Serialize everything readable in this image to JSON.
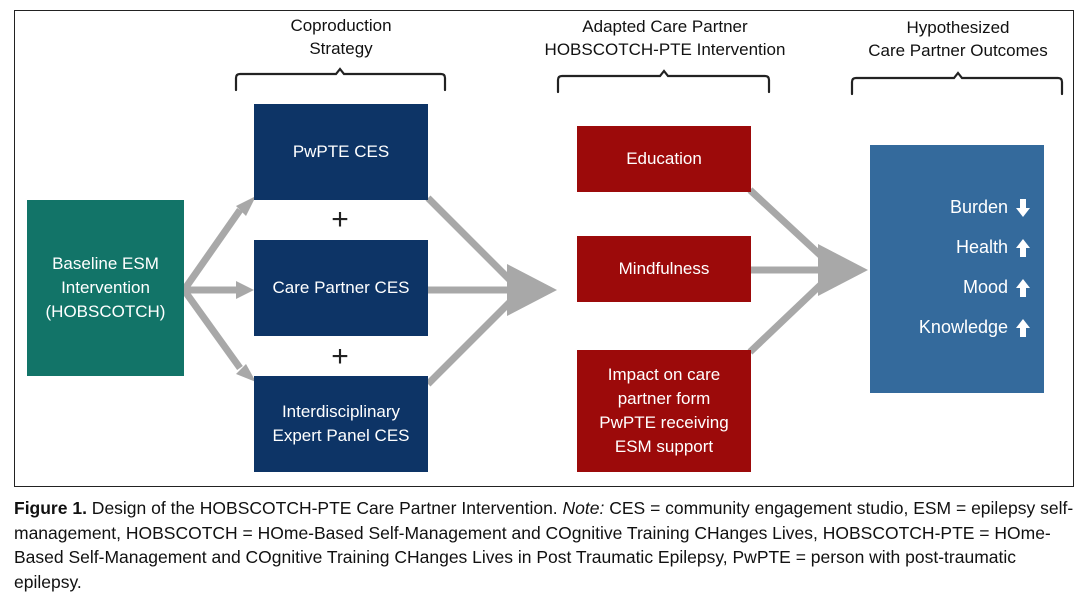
{
  "headers": {
    "coproduction": [
      "Coproduction",
      "Strategy"
    ],
    "adapted": [
      "Adapted Care Partner",
      "HOBSCOTCH-PTE Intervention"
    ],
    "hypothesized": [
      "Hypothesized",
      "Care Partner Outcomes"
    ]
  },
  "baseline": [
    "Baseline ESM",
    "Intervention",
    "(HOBSCOTCH)"
  ],
  "ces": {
    "pwpte": "PwPTE CES",
    "care_partner": "Care Partner CES",
    "expert": [
      "Interdisciplinary",
      "Expert Panel CES"
    ],
    "plus": "+"
  },
  "components": {
    "education": "Education",
    "mindfulness": "Mindfulness",
    "impact": [
      "Impact on care",
      "partner form",
      "PwPTE receiving",
      "ESM support"
    ]
  },
  "outcomes": [
    {
      "label": "Burden",
      "direction": "down"
    },
    {
      "label": "Health",
      "direction": "up"
    },
    {
      "label": "Mood",
      "direction": "up"
    },
    {
      "label": "Knowledge",
      "direction": "up"
    }
  ],
  "caption": {
    "figure": "Figure 1.",
    "title": " Design of the HOBSCOTCH-PTE Care Partner Intervention. ",
    "note_label": "Note:",
    "note_text": " CES = community engagement studio, ESM = epilepsy self-management, HOBSCOTCH = HOme-Based Self-Management and COgnitive Training CHanges Lives, HOBSCOTCH-PTE = HOme-Based Self-Management and COgnitive Training CHanges Lives in Post Traumatic Epilepsy, PwPTE = person with post-traumatic epilepsy."
  },
  "colors": {
    "teal": "#127468",
    "navy": "#0d3466",
    "red": "#9c0a0a",
    "blue": "#346a9c",
    "arrow": "#a8a8a8"
  }
}
